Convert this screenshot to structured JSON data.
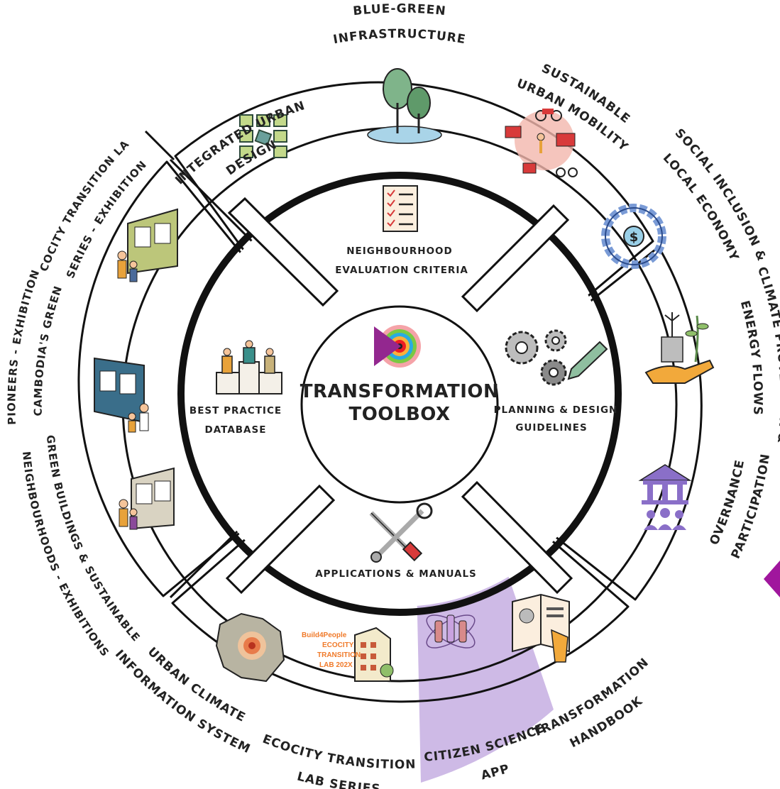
{
  "center": {
    "line1": "TRANSFORMATION",
    "line2": "TOOLBOX"
  },
  "inner": {
    "top": {
      "line1": "NEIGHBOURHOOD",
      "line2": "EVALUATION CRITERIA",
      "icon": "checklist-icon"
    },
    "right": {
      "line1": "PLANNING & DESIGN",
      "line2": "GUIDELINES",
      "icon": "gears-pencil-icon"
    },
    "bottom": {
      "line1": "APPLICATIONS & MANUALS",
      "icon": "wrench-screwdriver-icon"
    },
    "left": {
      "line1": "BEST PRACTICE",
      "line2": "DATABASE",
      "icon": "podium-icon"
    }
  },
  "outer": {
    "integrated": {
      "line1": "INTEGRATED URBAN",
      "line2": "DESIGN",
      "icon": "grid-blocks-icon"
    },
    "bluegreen": {
      "line1": "BLUE-GREEN",
      "line2": "INFRASTRUCTURE",
      "icon": "trees-water-icon"
    },
    "mobility": {
      "line1": "SUSTAINABLE",
      "line2": "URBAN MOBILITY",
      "icon": "transport-icon"
    },
    "social": {
      "line1": "SOCIAL INCLUSION &",
      "line2": "LOCAL ECONOMY",
      "icon": "dollar-network-icon"
    },
    "climate": {
      "line1": "CLIMATE PROTECTION &",
      "line2": "ENERGY FLOWS",
      "icon": "hand-plant-icon"
    },
    "governance": {
      "line1": "GOVERNANCE &",
      "line2": "PARTICIPATION",
      "icon": "institution-people-icon"
    },
    "handbook": {
      "line1": "TRANSFORMATION",
      "line2": "HANDBOOK",
      "icon": "book-hand-icon"
    },
    "citizen": {
      "line1": "CITIZEN SCIENCE",
      "line2": "APP",
      "icon": "hands-atom-icon"
    },
    "ecolab": {
      "line1": "ECOCITY TRANSITION",
      "line2": "LAB SERIES",
      "icon": "building-icon"
    },
    "ucis": {
      "line1": "URBAN CLIMATE",
      "line2": "INFORMATION SYSTEM",
      "icon": "city-map-icon"
    },
    "greenbld": {
      "line1": "GREEN BUILDINGS & SUSTAINABLE",
      "line2": "NEIGHBOURHOODS - EXHIBITIONS",
      "icon": "exhibition-board-icon"
    },
    "cambodia": {
      "line1": "CAMBODIA'S GREEN",
      "line2": "PIONEERS - EXHIBITION",
      "icon": "exhibition-board-icon"
    },
    "ecoexh": {
      "line1": "ECOCITY TRANSITION LAB",
      "line2": "SERIES - EXHIBITION",
      "icon": "exhibition-board-icon"
    }
  },
  "build4people": {
    "line1": "Build4People",
    "line2": "ECOCITY",
    "line3": "TRANSITION",
    "line4": "LAB 202X"
  },
  "colors": {
    "highlight": "#c9b3e3",
    "accent": "#a0169d",
    "ring": "#111111"
  }
}
